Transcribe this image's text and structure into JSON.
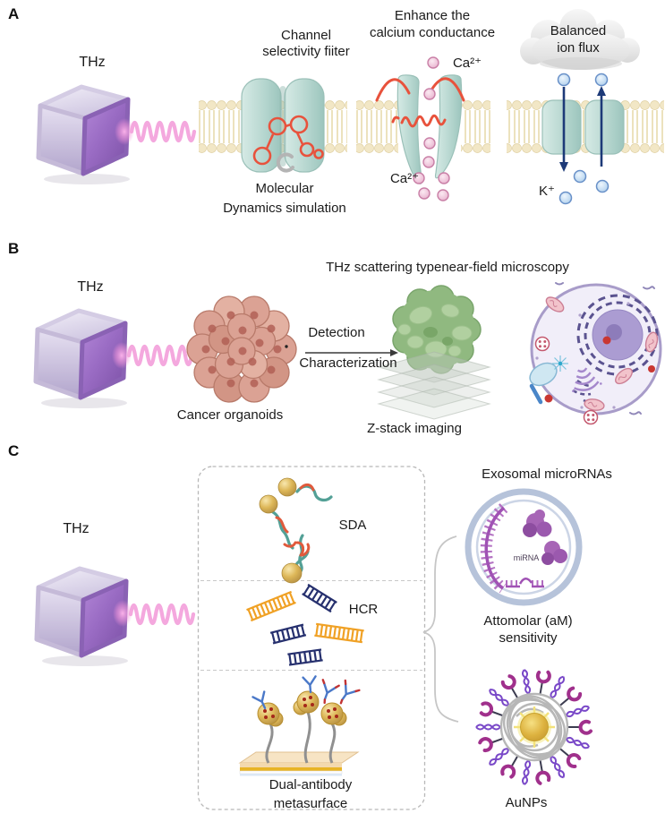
{
  "panel_a": {
    "label": "A",
    "thz": "THz",
    "filter_title_1": "Channel",
    "filter_title_2": "selectivity fiiter",
    "md_caption_1": "Molecular",
    "md_caption_2": "Dynamics simulation",
    "enhance_title_1": "Enhance the",
    "enhance_title_2": "calcium conductance",
    "ca_label_top": "Ca²⁺",
    "ca_label_bottom": "Ca²⁺",
    "cloud_title_1": "Balanced",
    "cloud_title_2": "ion flux",
    "k_label": "K⁺"
  },
  "panel_b": {
    "label": "B",
    "thz": "THz",
    "title": "THz scattering typenear-field microscopy",
    "arrow_top_label": "Detection",
    "arrow_bottom_label": "Characterization",
    "organoid_caption": "Cancer organoids",
    "zstack_caption": "Z-stack imaging"
  },
  "panel_c": {
    "label": "C",
    "thz": "THz",
    "sda_label": "SDA",
    "hcr_label": "HCR",
    "metasurface_caption_1": "Dual-antibody",
    "metasurface_caption_2": "metasurface",
    "right_title": "Exosomal microRNAs",
    "mirna_label": "miRNA",
    "sensitivity_1": "Attomolar (aM)",
    "sensitivity_2": "sensitivity",
    "aunp_caption": "AuNPs"
  },
  "colors": {
    "text": "#1b1b1b",
    "thz_cube_purple": "#8a5fb4",
    "thz_wave_pink": "#f4a8de",
    "membrane_cream": "#f1e6c4",
    "channel_cyan": "#b7d7d0",
    "red_accent": "#e8523c",
    "calcium_ion_pink": "#eec3d9",
    "potassium_ion_blue": "#c3dcf2",
    "arrow_navy": "#1d3a78",
    "organoid_pink": "#dba294",
    "organoid_green": "#90b980",
    "gold": "#ddb758",
    "hcr_orange": "#f0a125",
    "hcr_navy": "#26306e",
    "mirna_purple": "#a052b4",
    "antibody_blue": "#4a78c8",
    "receptor_magenta": "#a0308c",
    "helix_purple": "#7948c8"
  }
}
